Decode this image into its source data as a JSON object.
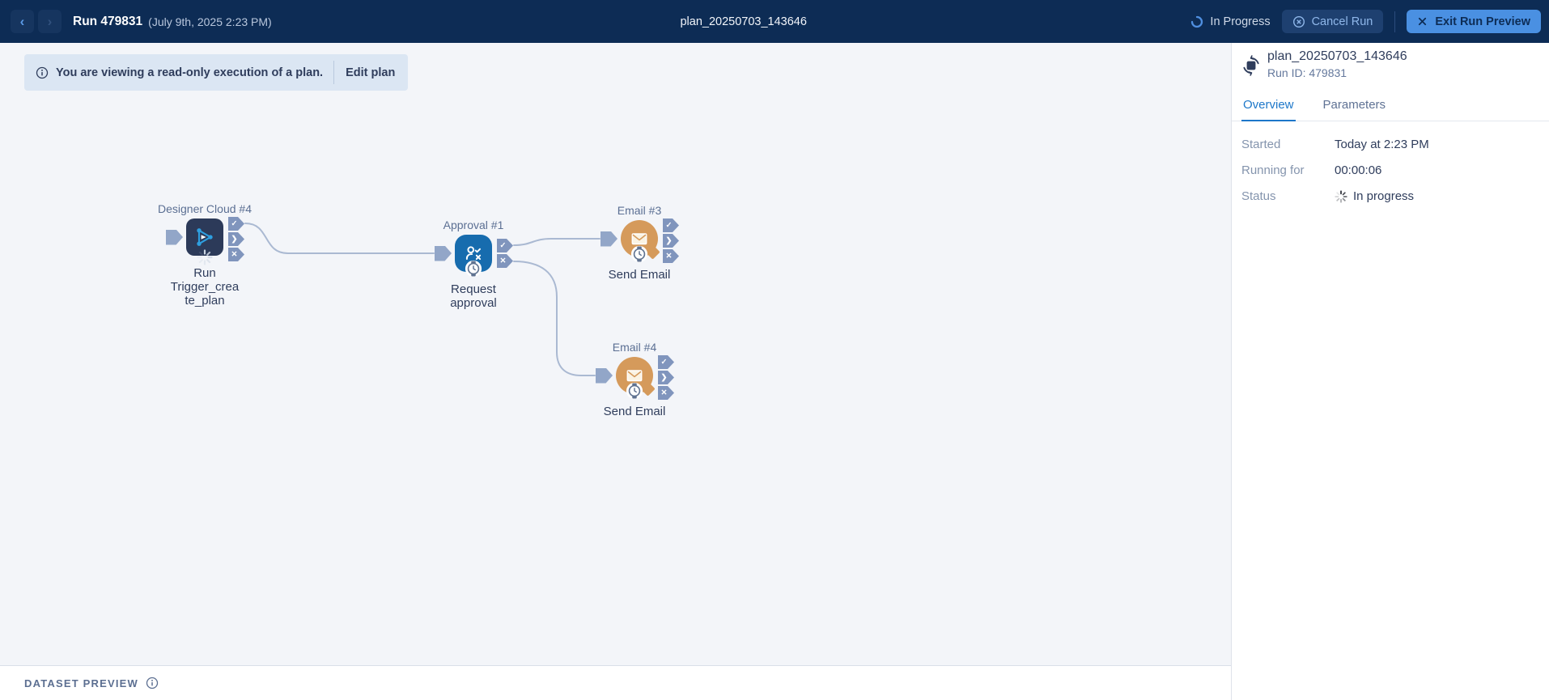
{
  "topbar": {
    "back_icon": "‹",
    "forward_icon": "›",
    "run_title": "Run 479831",
    "run_timestamp": "(July 9th, 2025 2:23 PM)",
    "plan_title": "plan_20250703_143646",
    "status_label": "In Progress",
    "cancel_button": "Cancel Run",
    "exit_button": "Exit Run Preview"
  },
  "banner": {
    "message": "You are viewing a read-only execution of a plan.",
    "edit_button": "Edit plan"
  },
  "canvas": {
    "port_glyphs": {
      "success": "✓",
      "default": "❯",
      "failure": "✕"
    },
    "nodes": [
      {
        "id": "designer-cloud-4",
        "type": "designer-cloud",
        "title": "Designer Cloud #4",
        "label_lines": [
          "Run",
          "Trigger_crea",
          "te_plan"
        ],
        "status": "running"
      },
      {
        "id": "approval-1",
        "type": "approval",
        "title": "Approval #1",
        "label_lines": [
          "Request",
          "approval"
        ],
        "status": "waiting"
      },
      {
        "id": "email-3",
        "type": "email",
        "title": "Email #3",
        "label_lines": [
          "Send Email"
        ],
        "status": "waiting"
      },
      {
        "id": "email-4",
        "type": "email",
        "title": "Email #4",
        "label_lines": [
          "Send Email"
        ],
        "status": "waiting"
      }
    ]
  },
  "side_panel": {
    "plan_title": "plan_20250703_143646",
    "run_id": "Run ID: 479831",
    "tabs": [
      {
        "label": "Overview",
        "active": true
      },
      {
        "label": "Parameters",
        "active": false
      }
    ],
    "fields": [
      {
        "label": "Started",
        "value": "Today at 2:23 PM"
      },
      {
        "label": "Running for",
        "value": "00:00:06"
      },
      {
        "label": "Status",
        "value": "In progress"
      }
    ]
  },
  "bottom_bar": {
    "title": "DATASET PREVIEW"
  },
  "colors": {
    "topbar_bg": "#0d2c55",
    "accent_blue": "#1d77c9",
    "exit_button_bg": "#4a90e2",
    "designer_node": "#2c3a59",
    "approval_node": "#176cae",
    "email_node": "#d59a5b",
    "canvas_bg": "#f3f5f9",
    "wire": "#aab9d2"
  }
}
